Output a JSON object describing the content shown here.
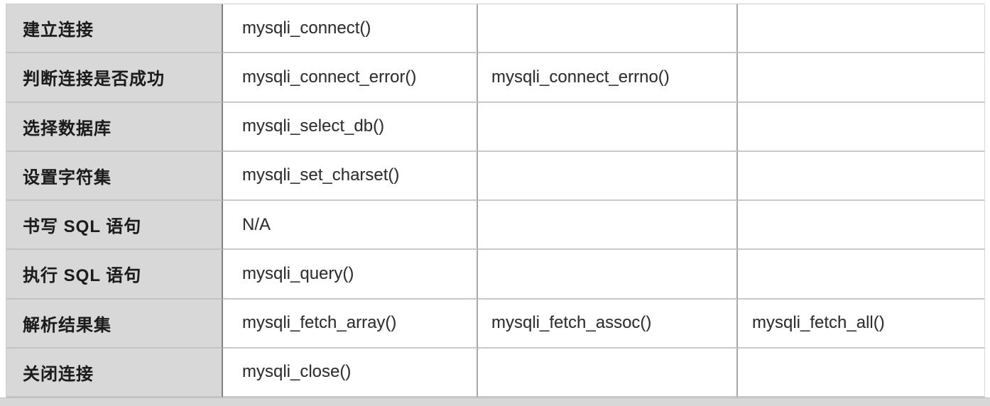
{
  "table": {
    "description_columns": [
      "step-label",
      "function-1",
      "function-2",
      "function-3"
    ],
    "colors": {
      "label_column_bg": "#d8d8d8",
      "cell_bg": "#ffffff",
      "label_divider": "#7f7f7f",
      "column_divider": "#a8a8a8",
      "row_divider": "#c9c9c9",
      "text": "#262626"
    },
    "rows": [
      {
        "step": "建立连接",
        "fn1": "mysqli_connect()",
        "fn2": "",
        "fn3": ""
      },
      {
        "step": "判断连接是否成功",
        "fn1": "mysqli_connect_error()",
        "fn2": "mysqli_connect_errno()",
        "fn3": ""
      },
      {
        "step": "选择数据库",
        "fn1": "mysqli_select_db()",
        "fn2": "",
        "fn3": ""
      },
      {
        "step": "设置字符集",
        "fn1": "mysqli_set_charset()",
        "fn2": "",
        "fn3": ""
      },
      {
        "step": "书写 SQL 语句",
        "fn1": "N/A",
        "fn2": "",
        "fn3": ""
      },
      {
        "step": "执行 SQL 语句",
        "fn1": "mysqli_query()",
        "fn2": "",
        "fn3": ""
      },
      {
        "step": "解析结果集",
        "fn1": "mysqli_fetch_array()",
        "fn2": "mysqli_fetch_assoc()",
        "fn3": "mysqli_fetch_all()"
      },
      {
        "step": "关闭连接",
        "fn1": "mysqli_close()",
        "fn2": "",
        "fn3": ""
      }
    ]
  }
}
